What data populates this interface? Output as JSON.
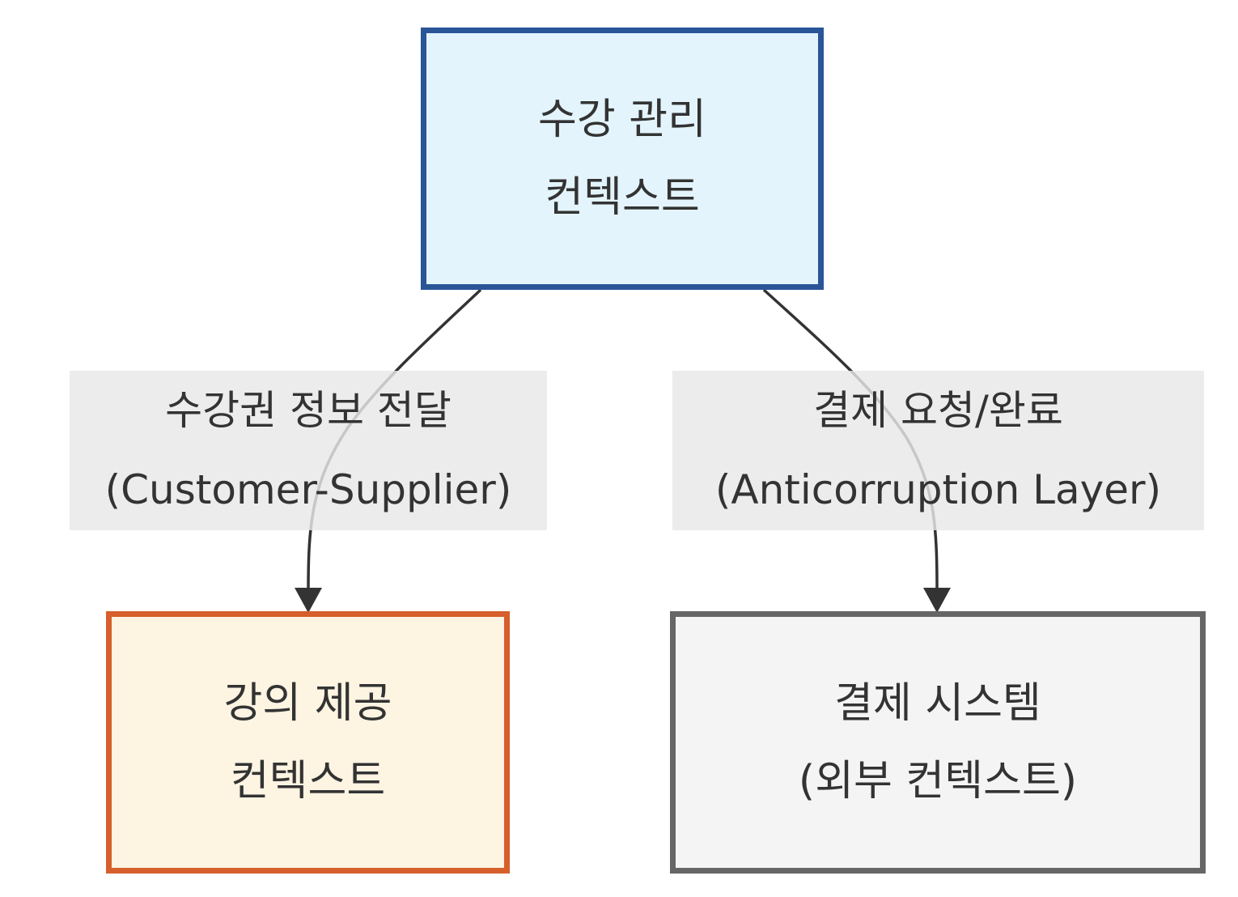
{
  "nodes": {
    "enrollment": {
      "line1": "수강 관리",
      "line2": "컨텍스트"
    },
    "course": {
      "line1": "강의 제공",
      "line2": "컨텍스트"
    },
    "payment": {
      "line1": "결제 시스템",
      "line2": "(외부 컨텍스트)"
    }
  },
  "edges": {
    "left": {
      "line1": "수강권 정보 전달",
      "line2": "(Customer-Supplier)"
    },
    "right": {
      "line1": "결제 요청/완료",
      "line2": "(Anticorruption Layer)"
    }
  },
  "colors": {
    "enrollment_fill": "#e3f4fc",
    "enrollment_border": "#2a5597",
    "course_fill": "#fdf4e2",
    "course_border": "#d65f2c",
    "payment_fill": "#f4f4f4",
    "payment_border": "#666666",
    "edge": "#333333",
    "edge_label_bg": "#e8e8e8"
  }
}
